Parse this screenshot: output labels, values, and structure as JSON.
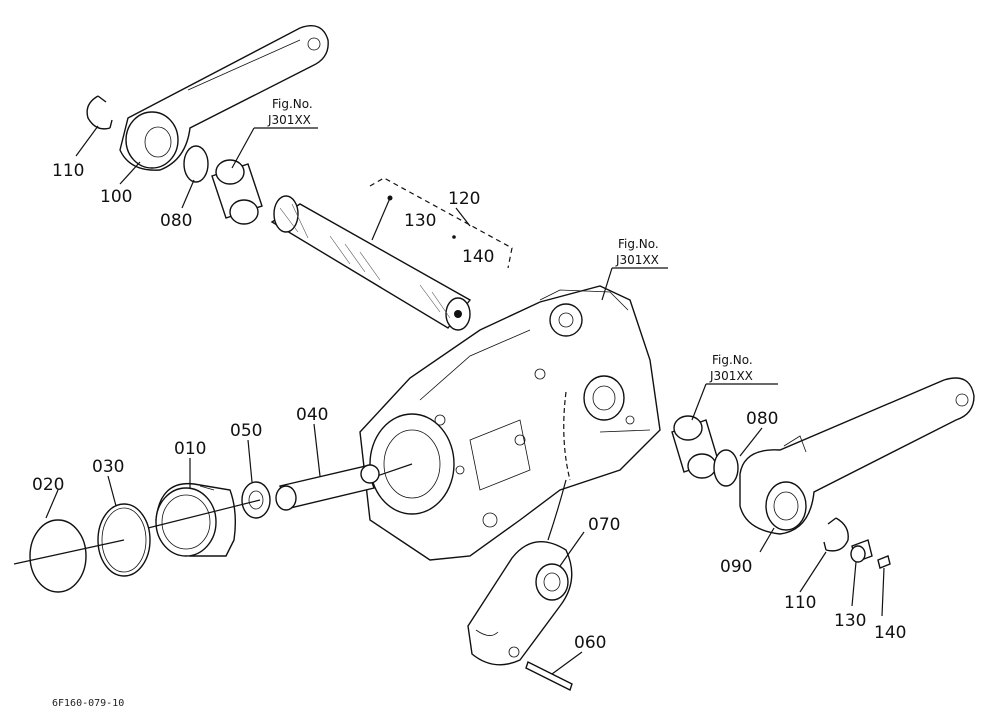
{
  "diagram": {
    "callouts": {
      "c110a": "110",
      "c100": "100",
      "c080a": "080",
      "c120": "120",
      "c130a": "130",
      "c140a": "140",
      "c020": "020",
      "c030": "030",
      "c010": "010",
      "c050": "050",
      "c040": "040",
      "c070": "070",
      "c060": "060",
      "c080b": "080",
      "c090": "090",
      "c110b": "110",
      "c130b": "130",
      "c140b": "140"
    },
    "figrefs": {
      "f1": {
        "top": "Fig.No.",
        "bottom": "J301XX"
      },
      "f2": {
        "top": "Fig.No.",
        "bottom": "J301XX"
      },
      "f3": {
        "top": "Fig.No.",
        "bottom": "J301XX"
      }
    },
    "drawing_code": "6F160-079-10"
  }
}
